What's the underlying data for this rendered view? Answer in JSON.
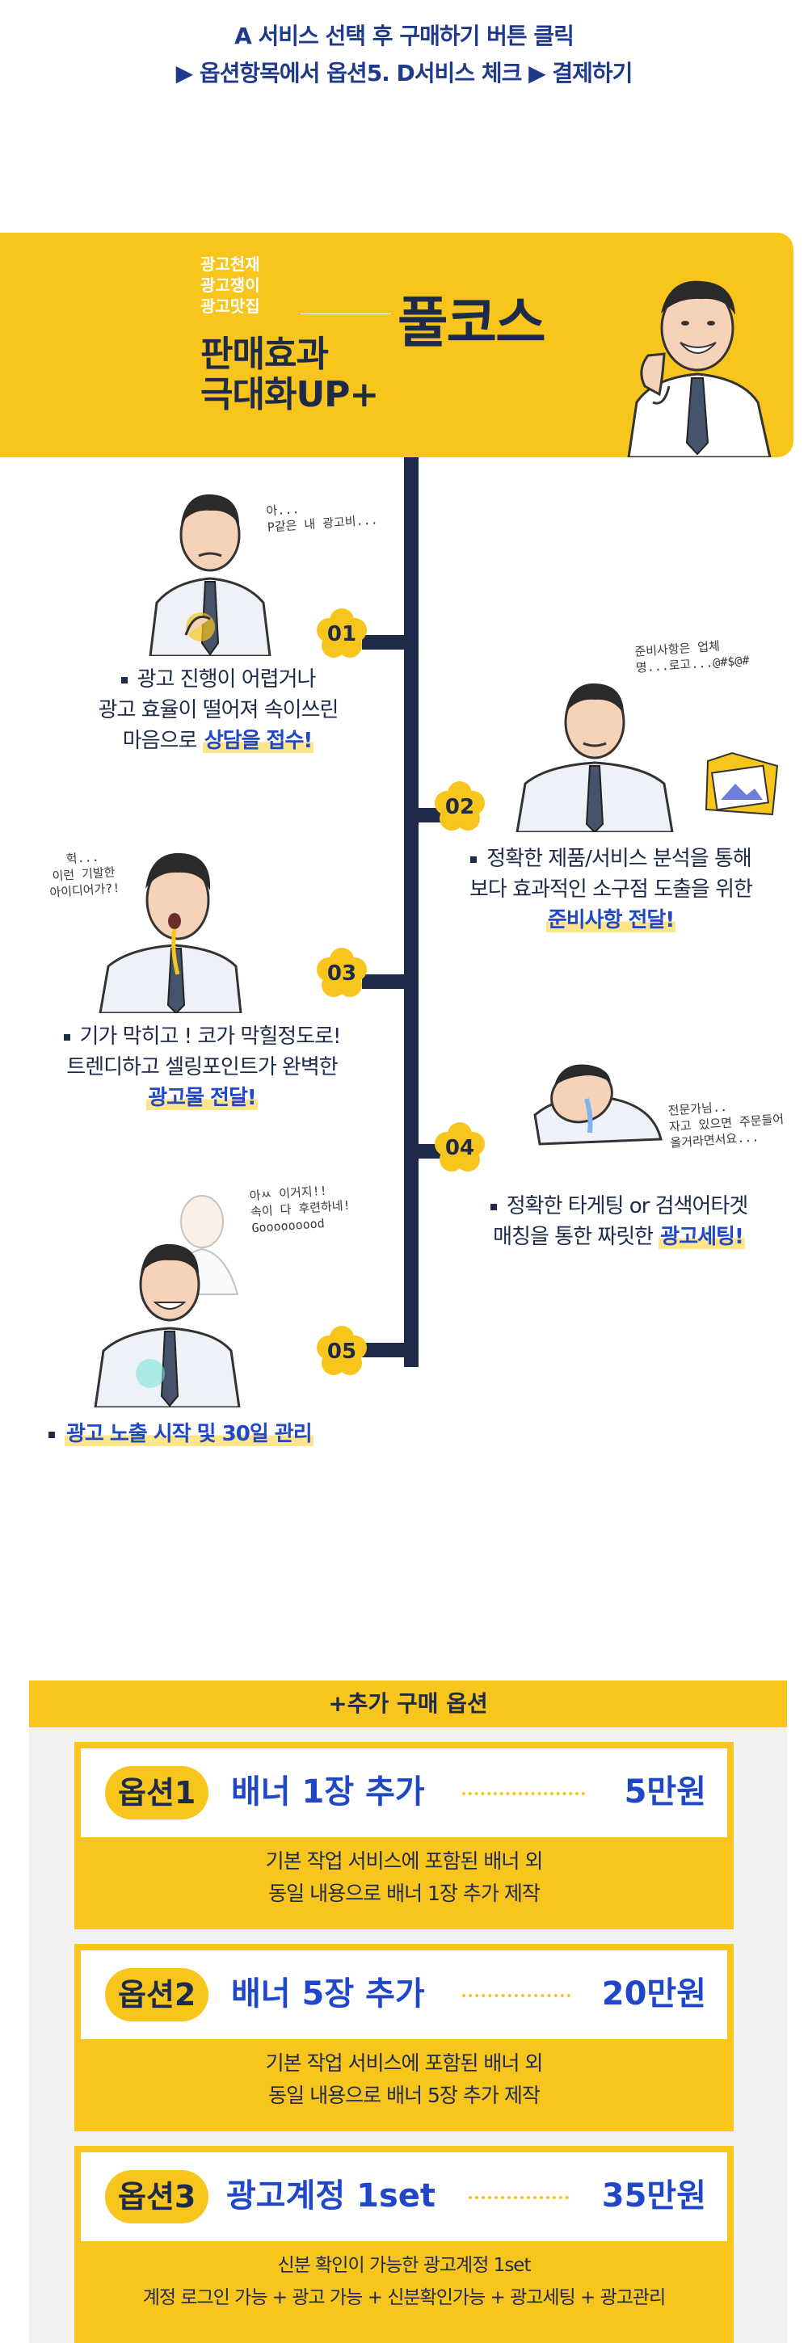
{
  "instructions": {
    "line1": "A 서비스 선택 후 구매하기 버튼 클릭",
    "line2": "▶ 옵션항목에서 옵션5. D서비스 체크 ▶ 결제하기"
  },
  "hero": {
    "tagline1": "광고천재",
    "tagline2": "광고쟁이",
    "tagline3": "광고맛집",
    "badge": "풀코스",
    "headline1": "판매효과",
    "headline2": "극대화UP+"
  },
  "steps": [
    {
      "num": "01",
      "note1": "아...",
      "note2": "P같은 내 광고비...",
      "line1": "광고 진행이 어렵거나",
      "line2": "광고 효율이 떨어져 속이쓰린",
      "line3_pre": "마음으로 ",
      "highlight": "상담을 접수!"
    },
    {
      "num": "02",
      "note1": "준비사항은 업체",
      "note2": "명...로고...@#$@#",
      "line1": "정확한 제품/서비스 분석을 통해",
      "line2": "보다 효과적인 소구점 도출을 위한",
      "highlight": "준비사항 전달!"
    },
    {
      "num": "03",
      "note1": "헉...",
      "note2": "이런 기발한",
      "note3": "아이디어가?!",
      "line1": "기가 막히고 ! 코가 막힐정도로!",
      "line2": "트렌디하고 셀링포인트가 완벽한",
      "highlight": "광고물 전달!"
    },
    {
      "num": "04",
      "note1": "전문가님..",
      "note2": "자고 있으면 주문들어",
      "note3": "올거라면서요...",
      "line1": "정확한 타게팅 or 검색어타겟",
      "line2_pre": "매칭을 통한 짜릿한 ",
      "highlight": "광고세팅!"
    },
    {
      "num": "05",
      "note1": "아ㅆ 이거지!!",
      "note2": "속이 다 후련하네!",
      "note3": "Gooooooood",
      "highlight": "광고 노출 시작 및 30일 관리"
    }
  ],
  "options": {
    "header": "+추가 구매 옵션",
    "items": [
      {
        "label": "옵션1",
        "name": "배너 1장 추가",
        "price": "5만원",
        "desc1": "기본 작업 서비스에 포함된 배너 외",
        "desc2": "동일 내용으로 배너 1장 추가 제작"
      },
      {
        "label": "옵션2",
        "name": "배너 5장 추가",
        "price": "20만원",
        "desc1": "기본 작업 서비스에 포함된 배너 외",
        "desc2": "동일 내용으로 배너 5장 추가 제작"
      },
      {
        "label": "옵션3",
        "name": "광고계정 1set",
        "price": "35만원",
        "desc1": "신분 확인이 가능한 광고계정 1set",
        "desc2": "계정 로그인 가능 + 광고 가능 + 신분확인가능 + 광고세팅 + 광고관리"
      }
    ]
  },
  "colors": {
    "yellow": "#f8c51c",
    "navy": "#1e2a4a",
    "blue": "#1f47c8"
  }
}
